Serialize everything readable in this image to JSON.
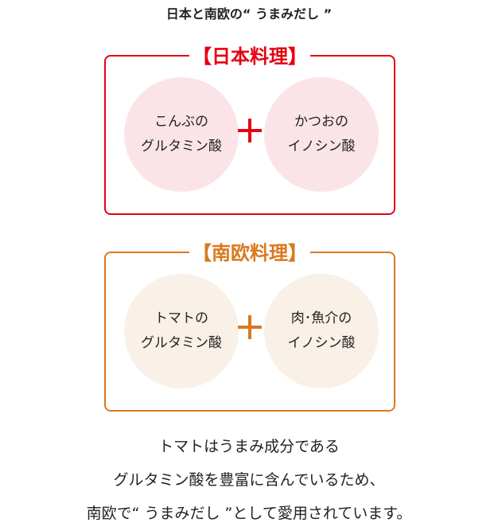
{
  "title": "日本と南欧の“ うまみだし ”",
  "japan": {
    "label": "【日本料理】",
    "color": "#e60012",
    "fill": "#fbe4e7",
    "left": [
      "こんぶの",
      "グルタミン酸"
    ],
    "right": [
      "かつおの",
      "イノシン酸"
    ]
  },
  "south": {
    "label": "【南欧料理】",
    "color": "#d9791e",
    "fill": "#f9f0e7",
    "left": [
      "トマトの",
      "グルタミン酸"
    ],
    "right": [
      "肉･魚介の",
      "イノシン酸"
    ]
  },
  "footer": [
    "トマトはうまみ成分である",
    "グルタミン酸を豊富に含んでいるため、",
    "南欧で“ うまみだし ”として愛用されています。"
  ]
}
